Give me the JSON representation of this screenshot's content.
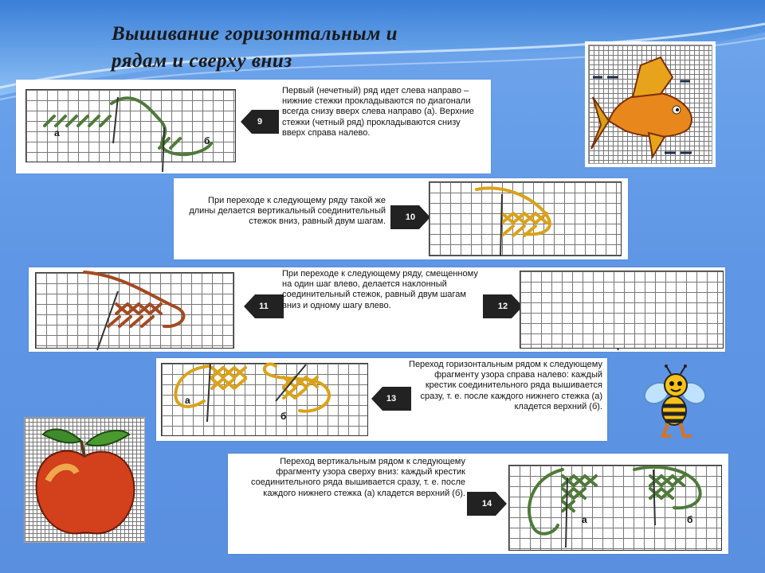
{
  "title": "Вышивание горизонтальными рядами сверху вниз",
  "title_line1": "Вышивание горизонтальным и",
  "title_line2": "рядам и сверху вниз",
  "steps": [
    {
      "num": "9",
      "text": "Первый (нечетный) ряд идет слева направо – нижние стежки прокладываются по диагонали всегда снизу вверх слева направо (а). Верхние стежки (четный ряд) прокладываются снизу вверх справа налево.",
      "label_a": "а",
      "label_b": "б"
    },
    {
      "num": "10",
      "text": "При переходе к следующему ряду такой же длины делается вертикальный соединительный стежок вниз, равный двум шагам."
    },
    {
      "num": "11",
      "text": "При переходе к следующему ряду, смещенному на один шаг влево, делается наклонный соединительный стежок, равный двум шагам вниз и одному шагу влево."
    },
    {
      "num": "12"
    },
    {
      "num": "13",
      "text": "Переход горизонтальным рядом к следующему фрагменту узора справа налево: каждый крестик соединительного ряда вышивается сразу, т. е. после каждого нижнего стежка (а) кладется верхний (б).",
      "label_a": "а",
      "label_b": "б"
    },
    {
      "num": "14",
      "text": "Переход вертикальным рядом к следующему фрагменту узора сверху вниз: каждый крестик соединительного ряда вышивается сразу, т. е. после каждого нижнего стежка (а) кладется верхний (б).",
      "label_a": "а",
      "label_b": "б"
    }
  ],
  "colors": {
    "background": "#5f97e6",
    "thread_green": "#4f7a3a",
    "thread_gold": "#d9a21b",
    "thread_rust": "#a34a22",
    "thread_teal": "#3d6a7a",
    "badge": "#222222"
  },
  "pictures": [
    "goldfish-cross-stitch",
    "apple-cross-stitch",
    "bee-cartoon"
  ]
}
